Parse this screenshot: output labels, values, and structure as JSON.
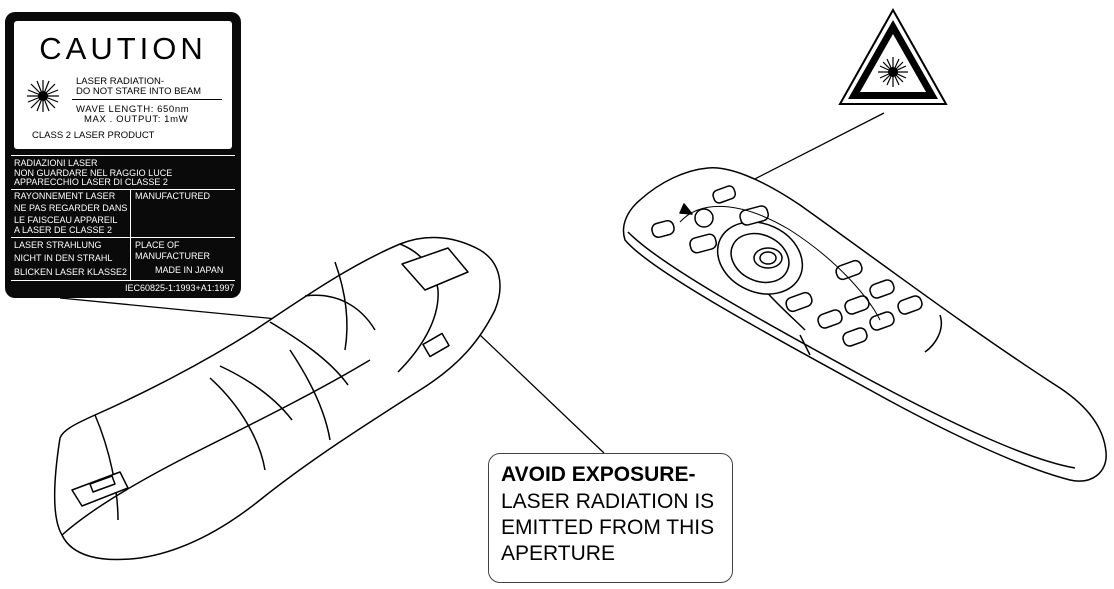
{
  "caution_label": {
    "title": "CAUTION",
    "radiation_line1": "LASER RADIATION-",
    "radiation_line2": "DO NOT STARE INTO BEAM",
    "wave_length": "WAVE LENGTH: 650nm",
    "max_output": "MAX . OUTPUT: 1mW",
    "class_text": "CLASS 2 LASER PRODUCT",
    "italian_1": "RADIAZIONI LASER",
    "italian_2": "NON GUARDARE NEL RAGGIO LUCE",
    "italian_3": "APPARECCHIO LASER DI CLASSE 2",
    "french_1": "RAYONNEMENT LASER",
    "french_2": "NE PAS REGARDER DANS",
    "french_3": "LE FAISCEAU APPAREIL",
    "french_4": "A LASER DE CLASSE 2",
    "manufactured": "MANUFACTURED",
    "german_1": "LASER STRAHLUNG",
    "german_2": "NICHT IN DEN STRAHL",
    "german_3": "BLICKEN LASER KLASSE2",
    "place_1": "PLACE OF",
    "place_2": "MANUFACTURER",
    "place_3": "MADE IN JAPAN",
    "standard": "IEC60825-1:1993+A1:1997"
  },
  "callout": {
    "heading": "AVOID EXPOSURE-",
    "line1": "LASER RADIATION IS",
    "line2": "EMITTED FROM THIS",
    "line3": "APERTURE"
  },
  "colors": {
    "ink": "#000000",
    "label_background": "#0a0a0a",
    "paper": "#ffffff"
  },
  "icons": [
    "laser-starburst-icon",
    "laser-warning-triangle-icon"
  ]
}
